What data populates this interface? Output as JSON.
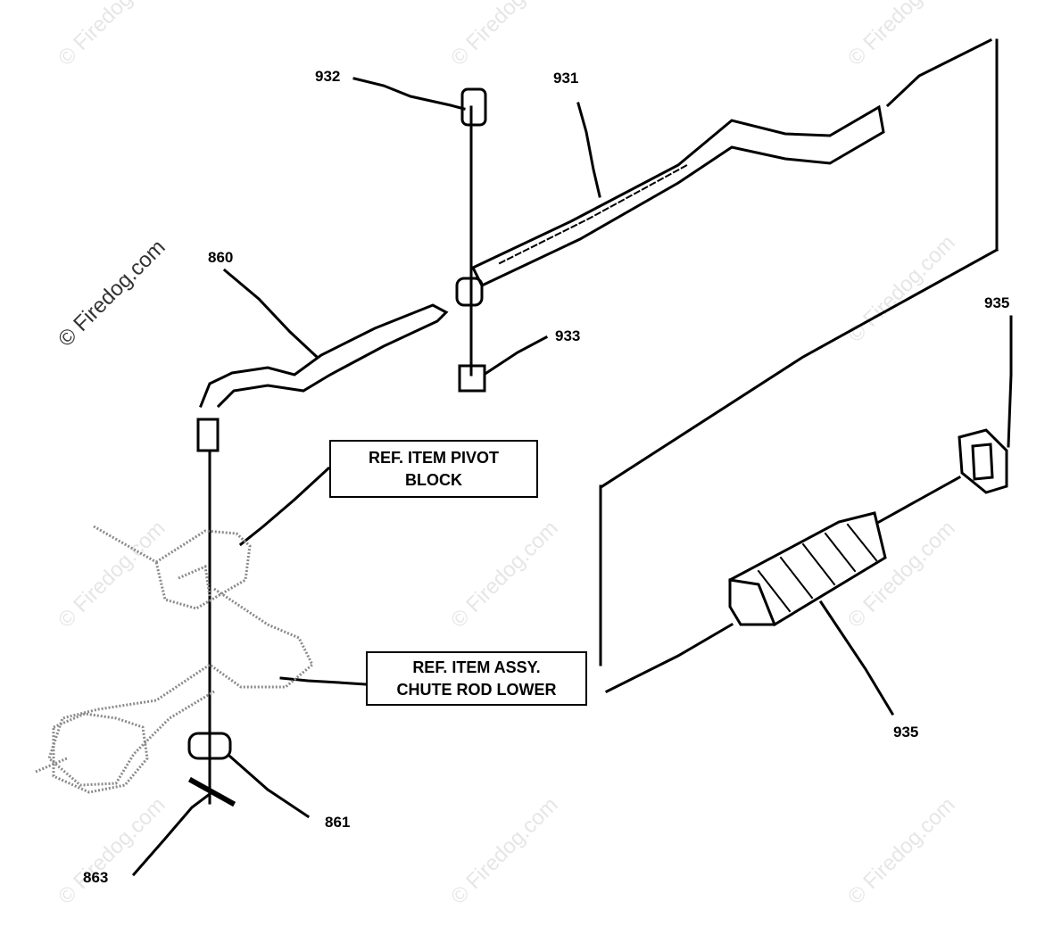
{
  "watermark": {
    "text": "© Firedog.com"
  },
  "callouts": {
    "c932": "932",
    "c931": "931",
    "c860": "860",
    "c933": "933",
    "c935a": "935",
    "c935b": "935",
    "c861": "861",
    "c863": "863"
  },
  "ref_pivot": {
    "line1": "REF. ITEM PIVOT",
    "line2": "BLOCK"
  },
  "ref_chute": {
    "line1": "REF. ITEM ASSY.",
    "line2": "CHUTE ROD LOWER"
  },
  "colors": {
    "line": "#000000",
    "ghost": "#8a8a8a",
    "watermark": "#e6e6e6"
  }
}
